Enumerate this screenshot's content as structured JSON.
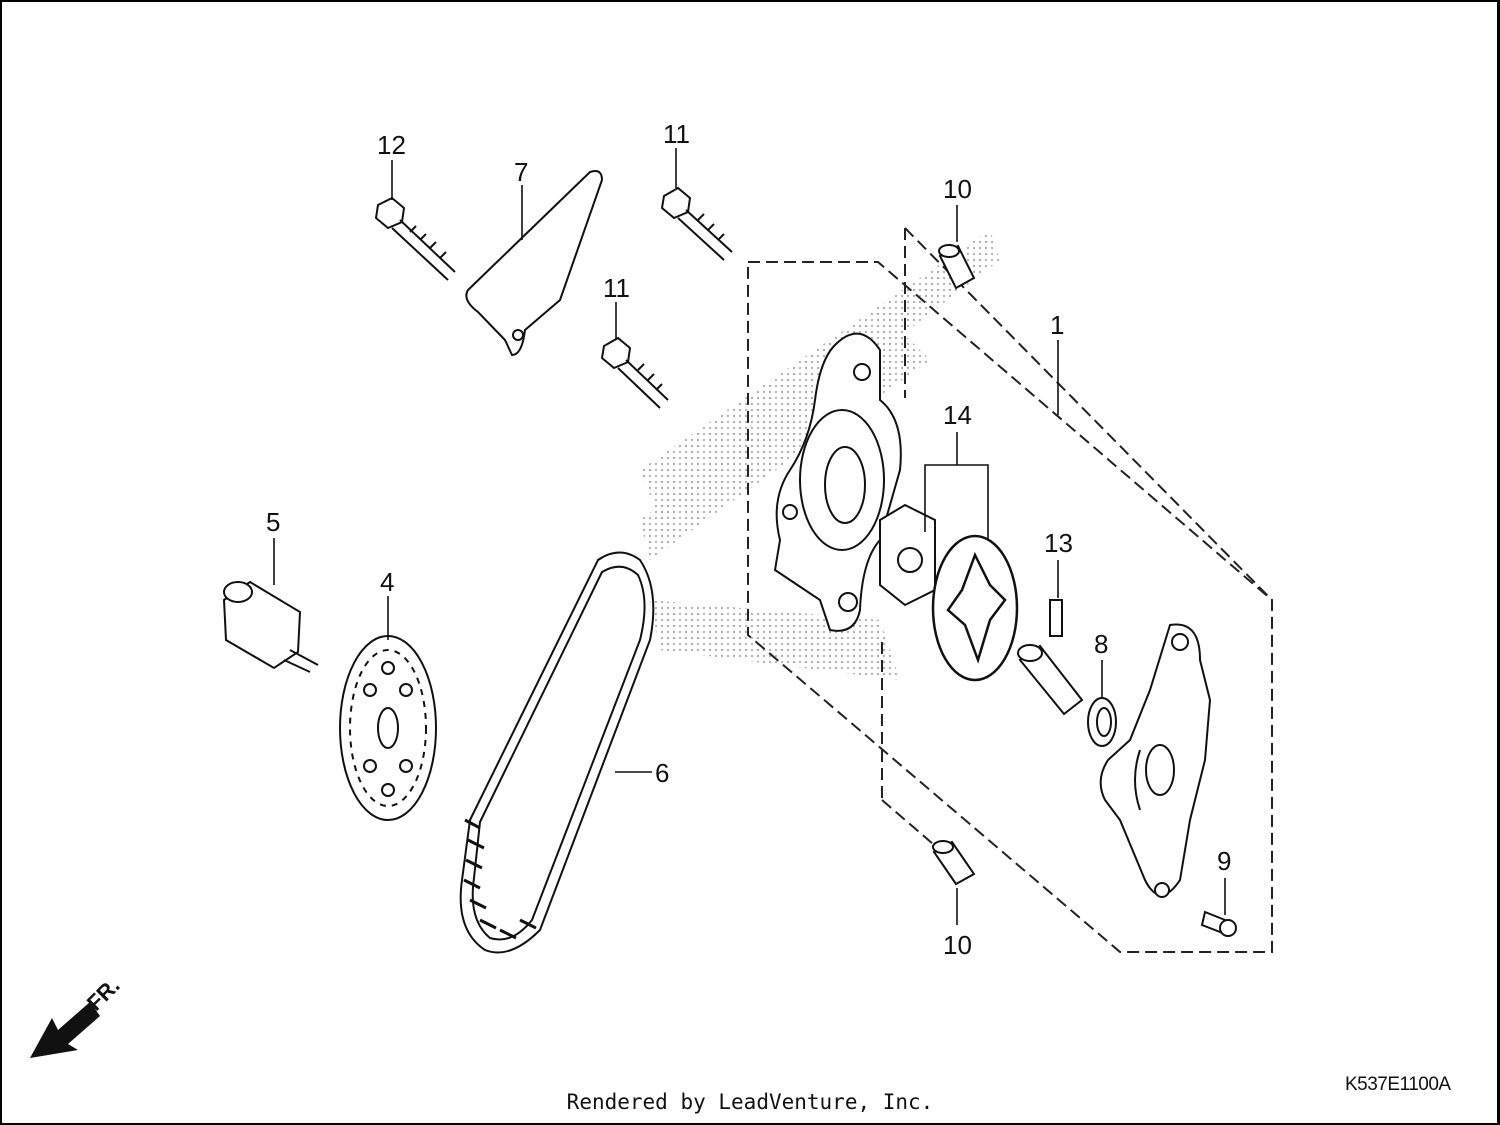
{
  "diagram": {
    "callouts": {
      "c1": "1",
      "c4": "4",
      "c5": "5",
      "c6": "6",
      "c7": "7",
      "c8": "8",
      "c9": "9",
      "c10a": "10",
      "c10b": "10",
      "c11a": "11",
      "c11b": "11",
      "c12": "12",
      "c13": "13",
      "c14": "14"
    },
    "direction_label": "FR.",
    "diagram_code": "K537E1100A"
  },
  "footer": {
    "rendered_by": "Rendered by LeadVenture, Inc."
  }
}
